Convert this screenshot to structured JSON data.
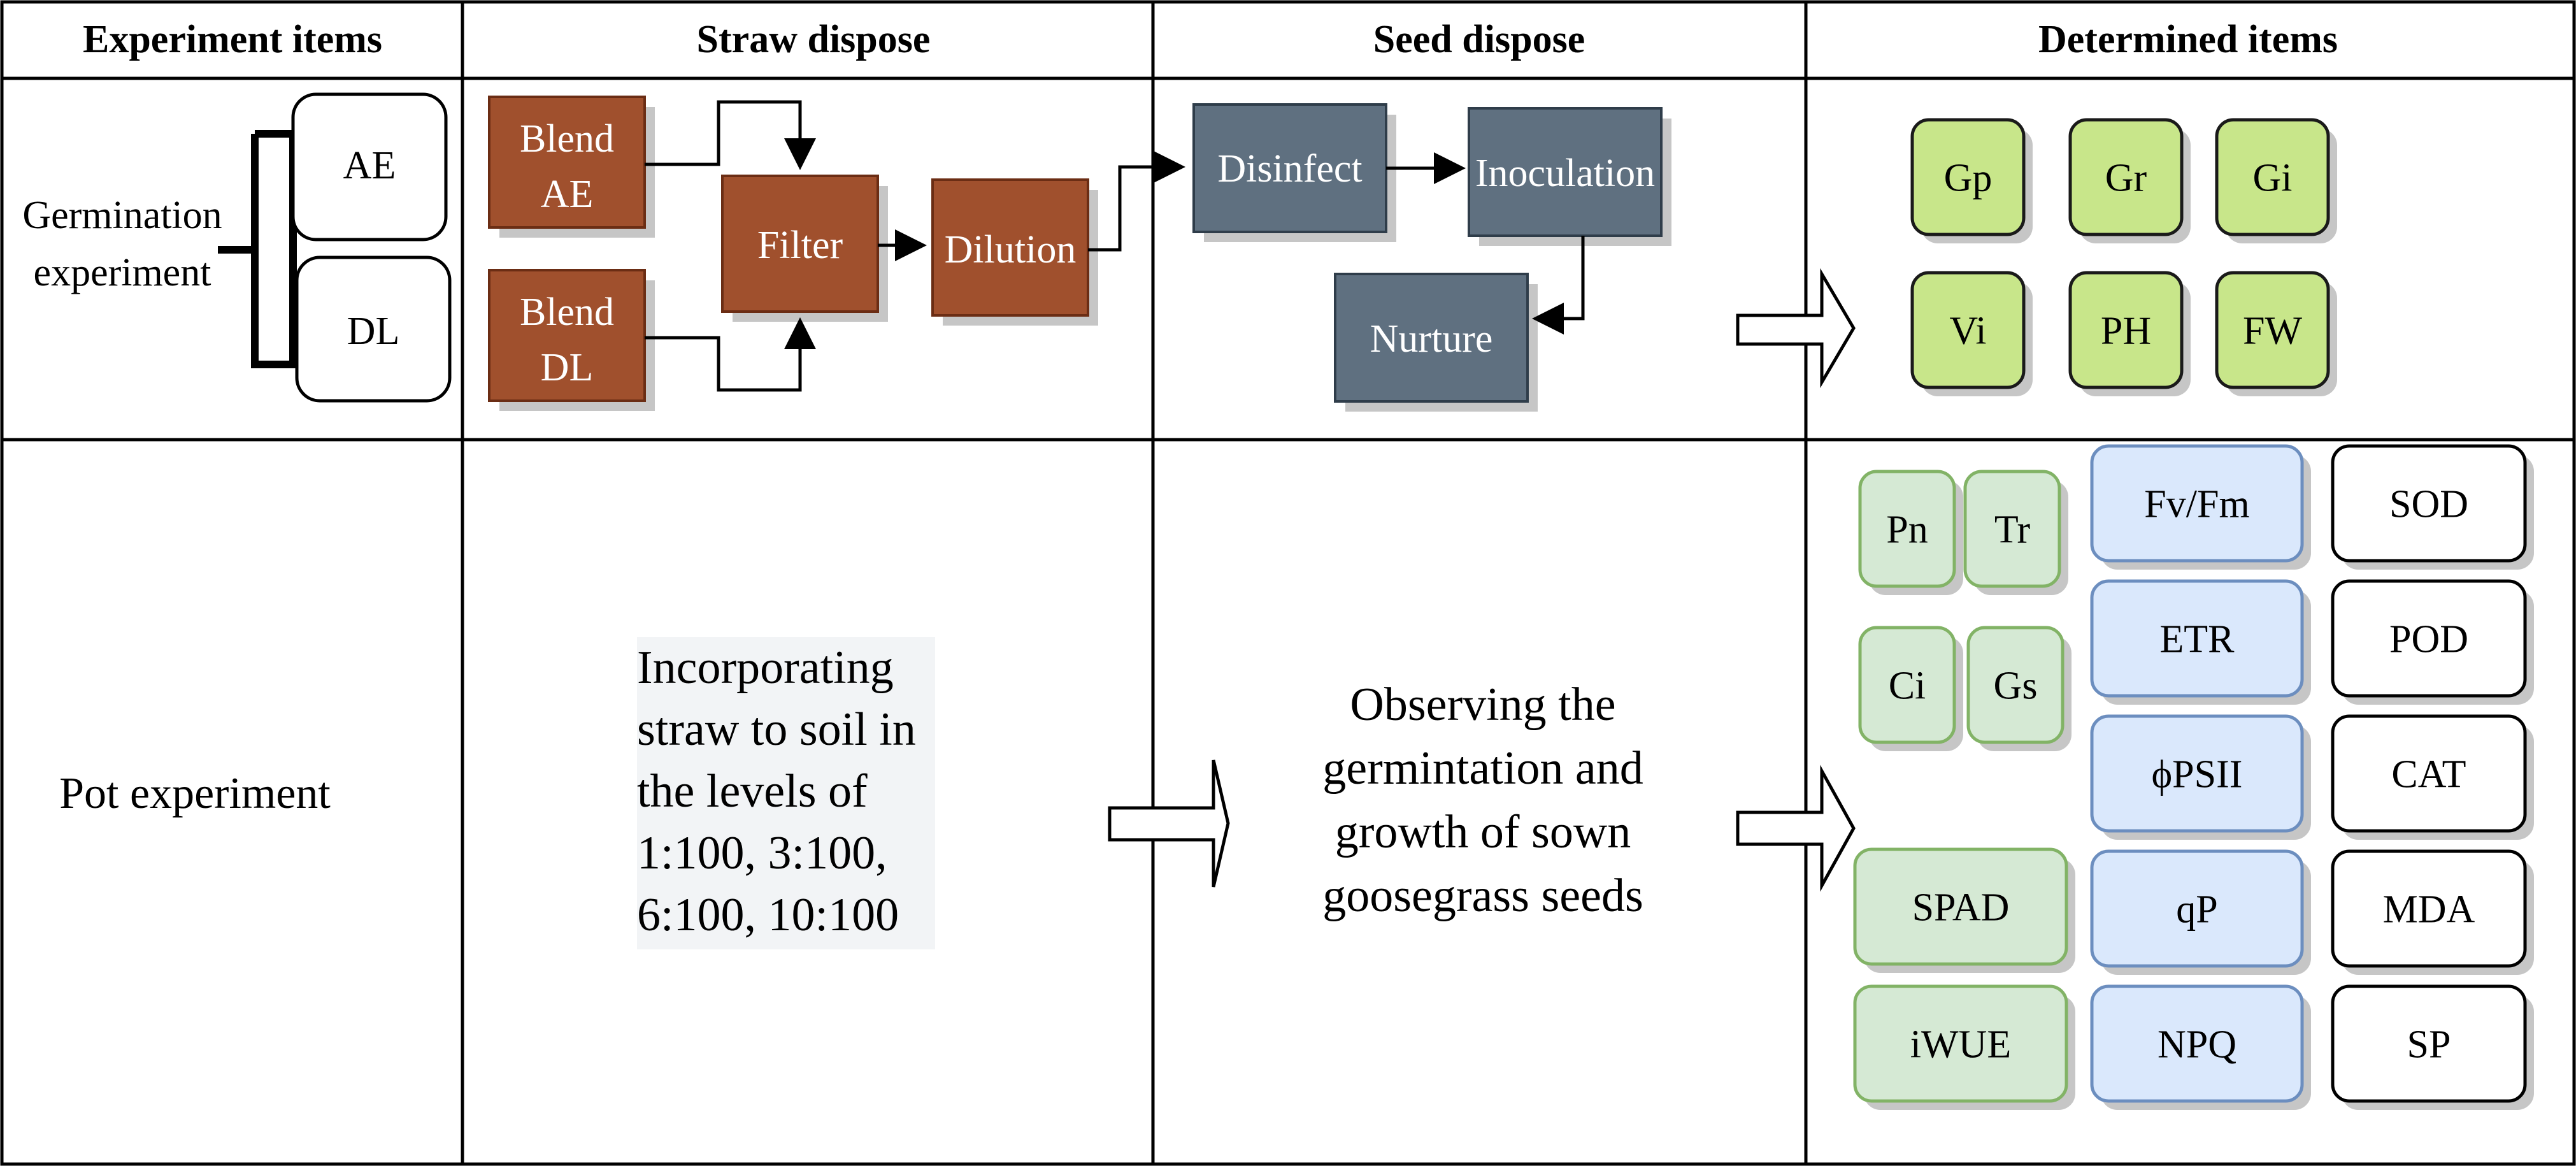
{
  "headers": {
    "experiment_items": "Experiment items",
    "straw_dispose": "Straw dispose",
    "seed_dispose": "Seed dispose",
    "determined_items": "Determined items"
  },
  "germination": {
    "label_line1": "Germination",
    "label_line2": "experiment",
    "extract_ae": "AE",
    "extract_dl": "DL",
    "straw": {
      "blend_ae_line1": "Blend",
      "blend_ae_line2": "AE",
      "blend_dl_line1": "Blend",
      "blend_dl_line2": "DL",
      "filter": "Filter",
      "dilution": "Dilution"
    },
    "seed": {
      "disinfect": "Disinfect",
      "inoculation": "Inoculation",
      "nurture": "Nurture"
    },
    "determined": [
      "Gp",
      "Gr",
      "Gi",
      "Vi",
      "PH",
      "FW"
    ]
  },
  "pot": {
    "label": "Pot experiment",
    "straw_text": [
      "Incorporating",
      "straw to soil in",
      "the levels of",
      "1:100, 3:100,",
      "6:100, 10:100"
    ],
    "seed_text": [
      "Observing the",
      "germintation and",
      "growth of sown",
      "goosegrass seeds"
    ],
    "gas_exchange": [
      "Pn",
      "Tr",
      "Ci",
      "Gs"
    ],
    "other_green": [
      "SPAD",
      "iWUE"
    ],
    "fluorescence": [
      "Fv/Fm",
      "ETR",
      "ϕPSII",
      "qP",
      "NPQ"
    ],
    "enzymes": [
      "SOD",
      "POD",
      "CAT",
      "MDA",
      "SP"
    ]
  },
  "colors": {
    "straw_box": "#a0502d",
    "straw_box_border": "#6b2d14",
    "seed_box": "#5f7080",
    "seed_box_border": "#2f3d4a",
    "germination_item": "#c8e68a",
    "gas_item": "#d5e9d4",
    "gas_item_border": "#82b366",
    "fluor_item": "#dae8fc",
    "fluor_item_border": "#6c8ebf",
    "shadow": "#c6c6c6"
  }
}
